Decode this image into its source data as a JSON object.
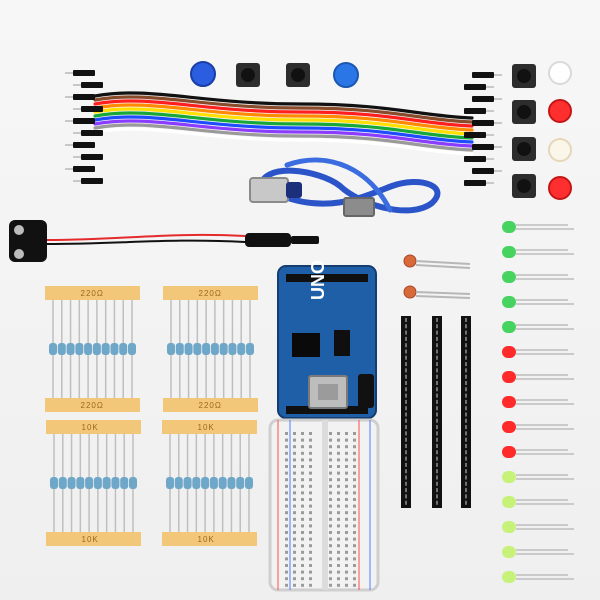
{
  "scene": {
    "uno_label": "UNO",
    "tape_labels": [
      "220Ω",
      "10K"
    ]
  },
  "colors": {
    "background": "#f4f4f4",
    "arduino_board": "#1f5fa8",
    "usb_cable": "#2b54c9",
    "resistor_tape": "#f3c77a",
    "led_green": "#46d35f",
    "led_red": "#ff2a2a",
    "led_yellowgreen": "#c7f27a"
  },
  "jumper_wire_colors": [
    "#111111",
    "#8a4b2b",
    "#ff1f1f",
    "#ff8a00",
    "#ffe000",
    "#18a83a",
    "#1f4cff",
    "#8b3dff",
    "#9a9a9a",
    "#ffffff"
  ],
  "components": {
    "buttons_top": [
      "blue-cap",
      "tactile-switch",
      "tactile-switch",
      "blue-cap"
    ],
    "buttons_right": [
      "tactile-switch",
      "white-cap",
      "tactile-switch",
      "red-cap",
      "tactile-switch",
      "white-cap",
      "tactile-switch",
      "red-cap"
    ],
    "leds": [
      "green",
      "green",
      "green",
      "green",
      "green",
      "red",
      "red",
      "red",
      "red",
      "red",
      "yellowgreen",
      "yellowgreen",
      "yellowgreen",
      "yellowgreen",
      "yellowgreen"
    ],
    "photoresistors": 2,
    "pin_headers": 3
  }
}
